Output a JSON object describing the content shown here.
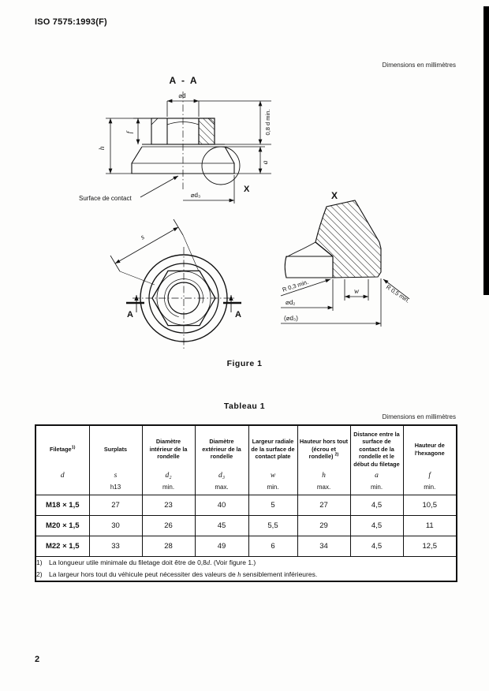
{
  "page": {
    "ref": "ISO 7575:1993(F)",
    "number": "2"
  },
  "figure": {
    "dims_note": "Dimensions en millimètres",
    "caption": "Figure 1",
    "section_label": "A - A",
    "labels": {
      "phi_d": "⌀d",
      "thread_min": "0,8 d min.",
      "f": "f",
      "h": "h",
      "a": "a",
      "x_ref": "X",
      "surface": "Surface de contact",
      "phi_d3": "⌀d₃",
      "s": "s",
      "cut_left": "A",
      "cut_right": "A",
      "detail_title": "X",
      "r03": "R 0,3 min.",
      "w": "w",
      "r05": "R 0,5 min.",
      "phi_d2": "⌀d₂",
      "phi_d3_ref": "(⌀d₃)"
    }
  },
  "table": {
    "title": "Tableau 1",
    "dims_note": "Dimensions en millimètres",
    "columns": [
      {
        "name": "Filetage",
        "sup": "1)",
        "symbol": "d",
        "limit": ""
      },
      {
        "name": "Surplats",
        "sup": "",
        "symbol": "s",
        "limit": "h13"
      },
      {
        "name": "Diamètre intérieur de la rondelle",
        "sup": "",
        "symbol": "d₂",
        "limit": "min."
      },
      {
        "name": "Diamètre extérieur de la rondelle",
        "sup": "",
        "symbol": "d₃",
        "limit": "max."
      },
      {
        "name": "Largeur radiale de la surface de contact plate",
        "sup": "",
        "symbol": "w",
        "limit": "min."
      },
      {
        "name": "Hauteur hors tout (écrou et rondelle)",
        "sup": "2)",
        "symbol": "h",
        "limit": "max."
      },
      {
        "name": "Distance entre la surface de contact de la rondelle et le début du filetage",
        "sup": "",
        "symbol": "a",
        "limit": "min."
      },
      {
        "name": "Hauteur de l'hexagone",
        "sup": "",
        "symbol": "f",
        "limit": "min."
      }
    ],
    "rows": [
      {
        "filetage": "M18 × 1,5",
        "values": [
          "27",
          "23",
          "40",
          "5",
          "27",
          "4,5",
          "10,5"
        ]
      },
      {
        "filetage": "M20 × 1,5",
        "values": [
          "30",
          "26",
          "45",
          "5,5",
          "29",
          "4,5",
          "11"
        ]
      },
      {
        "filetage": "M22 × 1,5",
        "values": [
          "33",
          "28",
          "49",
          "6",
          "34",
          "4,5",
          "12,5"
        ]
      }
    ],
    "footnotes": [
      {
        "num": "1)",
        "pre": "La longueur utile minimale du filetage doit être de 0,8",
        "var": "d",
        "post": ". (Voir figure 1.)"
      },
      {
        "num": "2)",
        "pre": "La largeur hors tout du véhicule peut nécessiter des valeurs de ",
        "var": "h",
        "post": " sensiblement inférieures."
      }
    ]
  }
}
